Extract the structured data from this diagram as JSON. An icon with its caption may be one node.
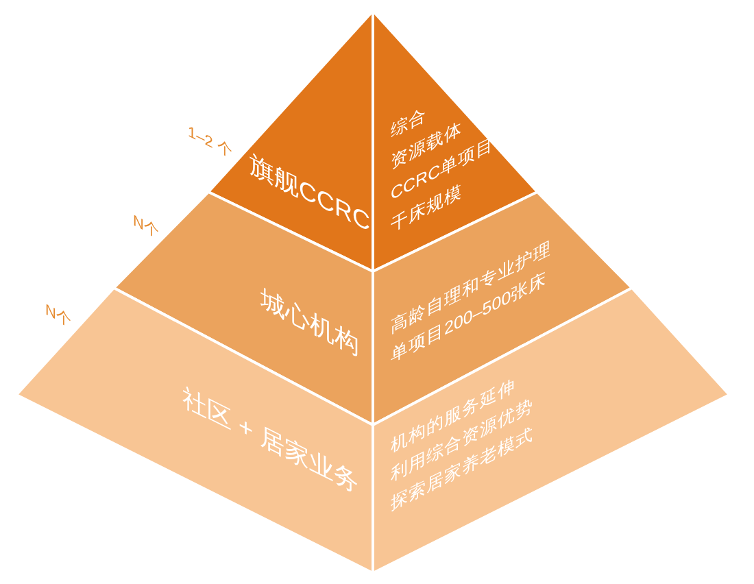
{
  "diagram": {
    "nodes": [
      {
        "text": [
          "旗舰CCRC",
          "综合",
          "资源载体",
          "CCRC单项目",
          "千床规模"
        ],
        "beside": [
          "1–2 个"
        ]
      },
      {
        "text": [
          "城心机构",
          "高龄自理和专业护理",
          "单项目200–500张床"
        ],
        "beside": [
          "N个"
        ]
      },
      {
        "text": [
          "社区 + 居家业务",
          "机构的服务延伸",
          "利用综合资源优势",
          "探索居家养老模式"
        ],
        "beside": [
          "N个"
        ]
      }
    ]
  }
}
